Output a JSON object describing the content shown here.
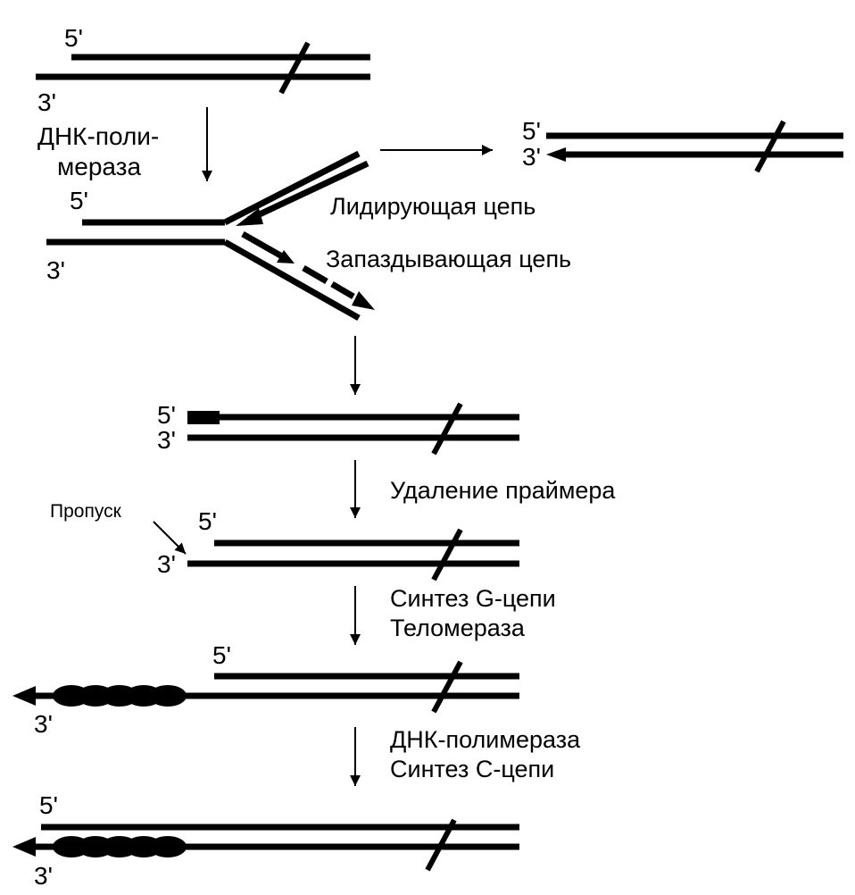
{
  "labels": {
    "five_prime": "5'",
    "three_prime": "3'",
    "dna_polymerase_line1": "ДНК-поли-",
    "dna_polymerase_line2": "мераза",
    "leading_strand": "Лидирующая цепь",
    "lagging_strand": "Запаздывающая цепь",
    "primer_removal": "Удаление праймера",
    "gap": "Пропуск",
    "g_strand_synthesis": "Синтез G-цепи",
    "telomerase": "Теломераза",
    "dna_polymerase": "ДНК-полимераза",
    "c_strand_synthesis": "Синтез C-цепи"
  },
  "colors": {
    "ink": "#000000",
    "background": "#ffffff"
  },
  "telomere_repeat_count": 5
}
